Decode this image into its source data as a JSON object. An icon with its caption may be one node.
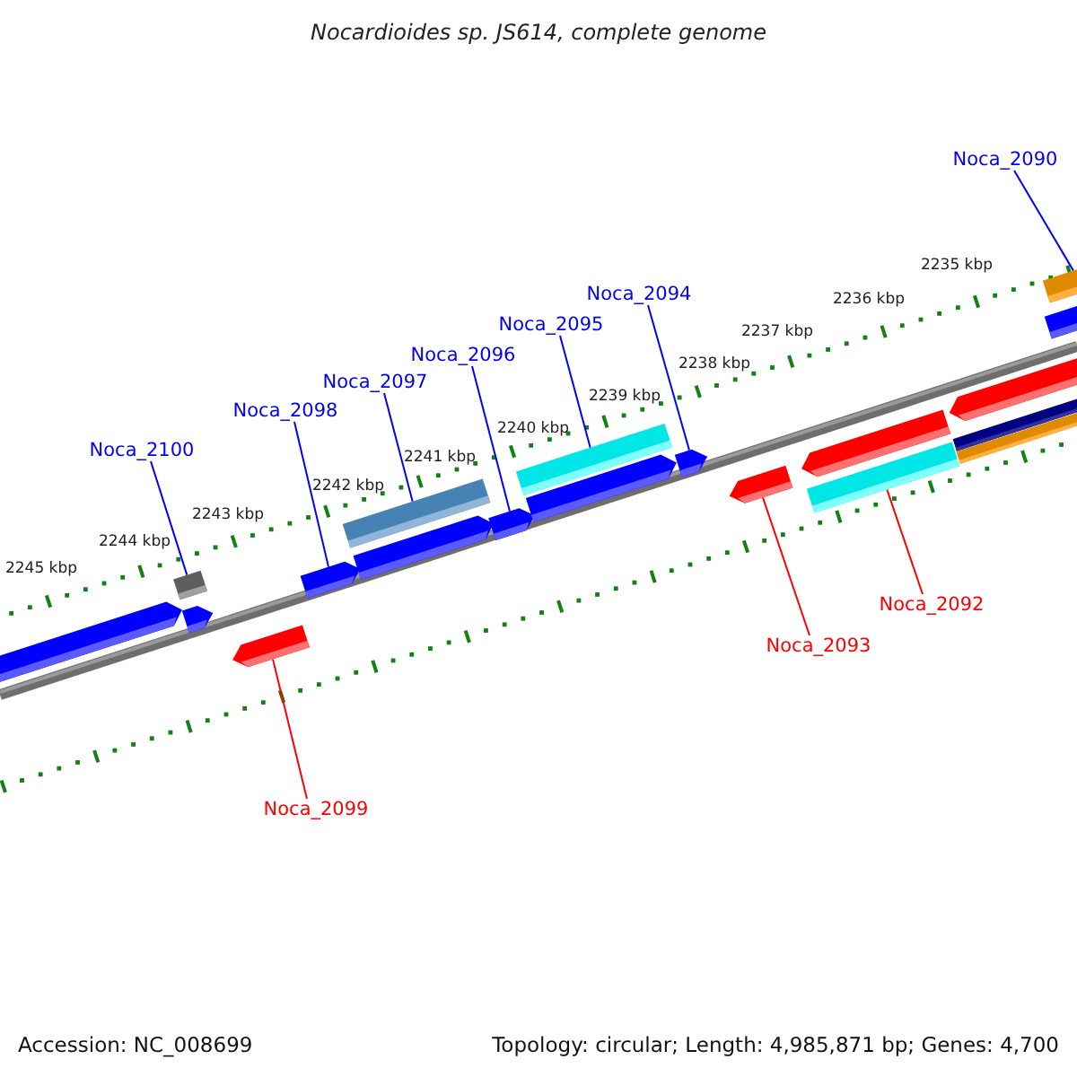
{
  "diagram": {
    "title": "Nocardioides sp. JS614, complete genome",
    "nodes": [
      {
        "text": [
          "Noca_2090"
        ]
      },
      {
        "text": [
          "Noca_2094"
        ]
      },
      {
        "text": [
          "Noca_2095"
        ]
      },
      {
        "text": [
          "Noca_2096"
        ]
      },
      {
        "text": [
          "Noca_2097"
        ]
      },
      {
        "text": [
          "Noca_2098"
        ]
      },
      {
        "text": [
          "Noca_2100"
        ]
      },
      {
        "text": [
          "Noca_2092"
        ]
      },
      {
        "text": [
          "Noca_2093"
        ]
      },
      {
        "text": [
          "Noca_2099"
        ]
      },
      {
        "text": [],
        "shape": "arrow"
      },
      {
        "text": [],
        "shape": "arrow"
      },
      {
        "text": [],
        "shape": "bar"
      },
      {
        "text": [],
        "shape": "arrow"
      },
      {
        "text": [],
        "shape": "arrow"
      },
      {
        "text": [],
        "shape": "bar"
      },
      {
        "text": [],
        "shape": "arrow"
      },
      {
        "text": [],
        "shape": "arrow"
      },
      {
        "text": [],
        "shape": "bar"
      },
      {
        "text": [],
        "shape": "arrow"
      },
      {
        "text": [],
        "shape": "arrow"
      },
      {
        "text": [],
        "shape": "arrow"
      },
      {
        "text": [],
        "shape": "arrow"
      },
      {
        "text": [],
        "shape": "bar"
      },
      {
        "text": [],
        "shape": "arrow"
      },
      {
        "text": [],
        "shape": "bar"
      },
      {
        "text": [],
        "shape": "bar"
      },
      {
        "text": [],
        "shape": "bar"
      },
      {
        "text": [],
        "shape": "arrow"
      }
    ],
    "edges": [
      {
        "from": 0,
        "to": 27,
        "arrow": "none"
      },
      {
        "from": 1,
        "to": 20,
        "arrow": "none"
      },
      {
        "from": 2,
        "to": 18,
        "arrow": "none"
      },
      {
        "from": 3,
        "to": 17,
        "arrow": "none"
      },
      {
        "from": 4,
        "to": 15,
        "arrow": "none"
      },
      {
        "from": 5,
        "to": 14,
        "arrow": "none"
      },
      {
        "from": 6,
        "to": 12,
        "arrow": "none"
      },
      {
        "from": 7,
        "to": 23,
        "arrow": "none",
        "color": "#ff0000"
      },
      {
        "from": 8,
        "to": 21,
        "arrow": "none",
        "color": "#ff0000"
      },
      {
        "from": 9,
        "to": 13,
        "arrow": "none",
        "color": "#ff0000"
      }
    ],
    "labels": [
      "2235 kbp",
      "2236 kbp",
      "2237 kbp",
      "2238 kbp",
      "2239 kbp",
      "2240 kbp",
      "2241 kbp",
      "2242 kbp",
      "2243 kbp",
      "2244 kbp",
      "2245 kbp",
      "Accession: NC_008699",
      "Topology: circular; Length: 4,985,871 bp; Genes: 4,700"
    ]
  }
}
